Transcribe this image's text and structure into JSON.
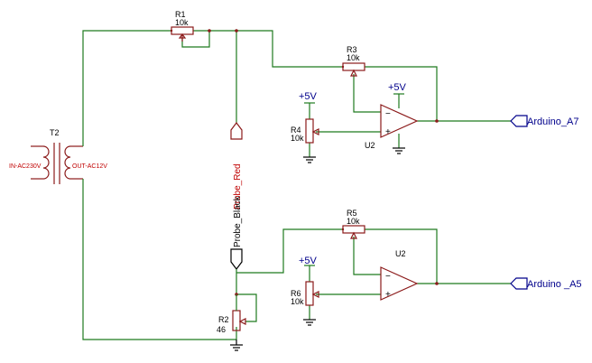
{
  "colors": {
    "wire": "#1f7a1f",
    "part": "#8b1a1a",
    "net": "#00008b",
    "probe_red": "#c00000",
    "text": "#000000"
  },
  "transformer": {
    "ref": "T2",
    "primary": "IN-AC230V",
    "secondary": "OUT-AC12V"
  },
  "resistors": {
    "r1": {
      "ref": "R1",
      "value": "10k"
    },
    "r2": {
      "ref": "R2",
      "value": "46"
    },
    "r3": {
      "ref": "R3",
      "value": "10k"
    },
    "r4": {
      "ref": "R4",
      "value": "10k"
    },
    "r5": {
      "ref": "R5",
      "value": "10k"
    },
    "r6": {
      "ref": "R6",
      "value": "10k"
    }
  },
  "opamps": {
    "u2a": "U2",
    "u2b": "U2"
  },
  "power": {
    "vcc": "+5V"
  },
  "nets": {
    "a7": "Arduino_A7",
    "a5": "Arduino _A5",
    "probe_red": "Probe_Red",
    "probe_black": "Probe_Black"
  }
}
